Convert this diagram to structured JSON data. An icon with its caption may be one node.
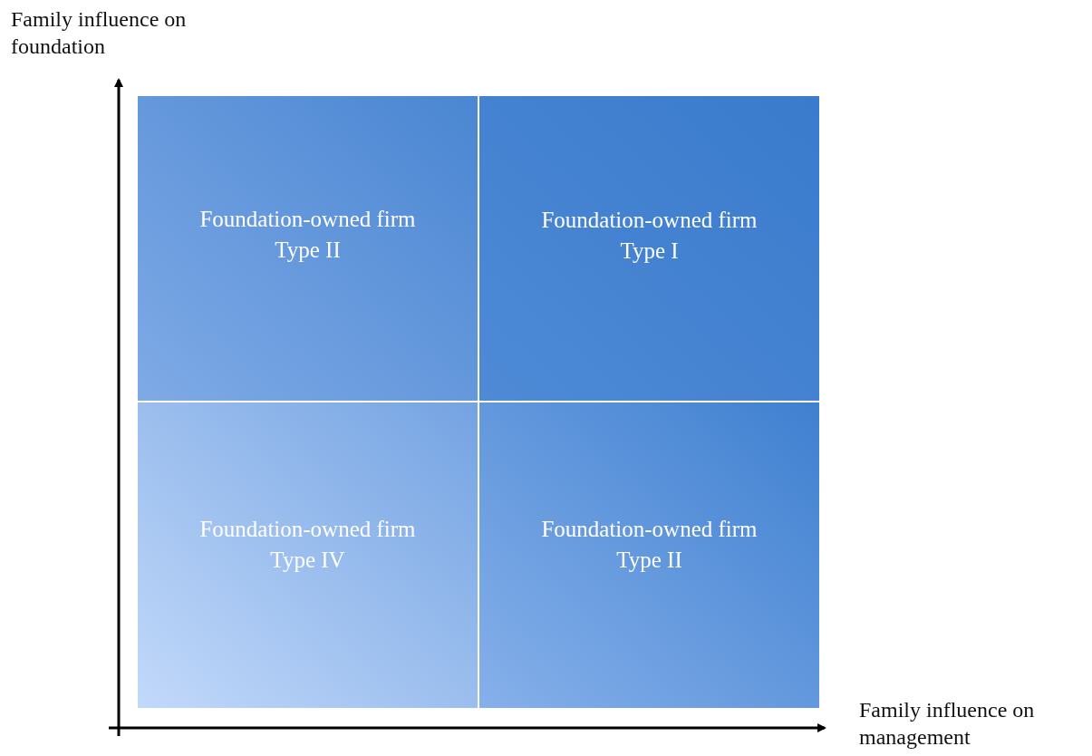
{
  "diagram": {
    "nodes": [
      {
        "text": [
          "Foundation-owned firm Type II"
        ]
      },
      {
        "text": [
          "Foundation-owned firm Type I"
        ]
      },
      {
        "text": [
          "Foundation-owned firm Type IV"
        ]
      },
      {
        "text": [
          "Foundation-owned firm Type II"
        ]
      }
    ],
    "labels": [
      "Family influence on foundation",
      "Family influence on management"
    ]
  }
}
